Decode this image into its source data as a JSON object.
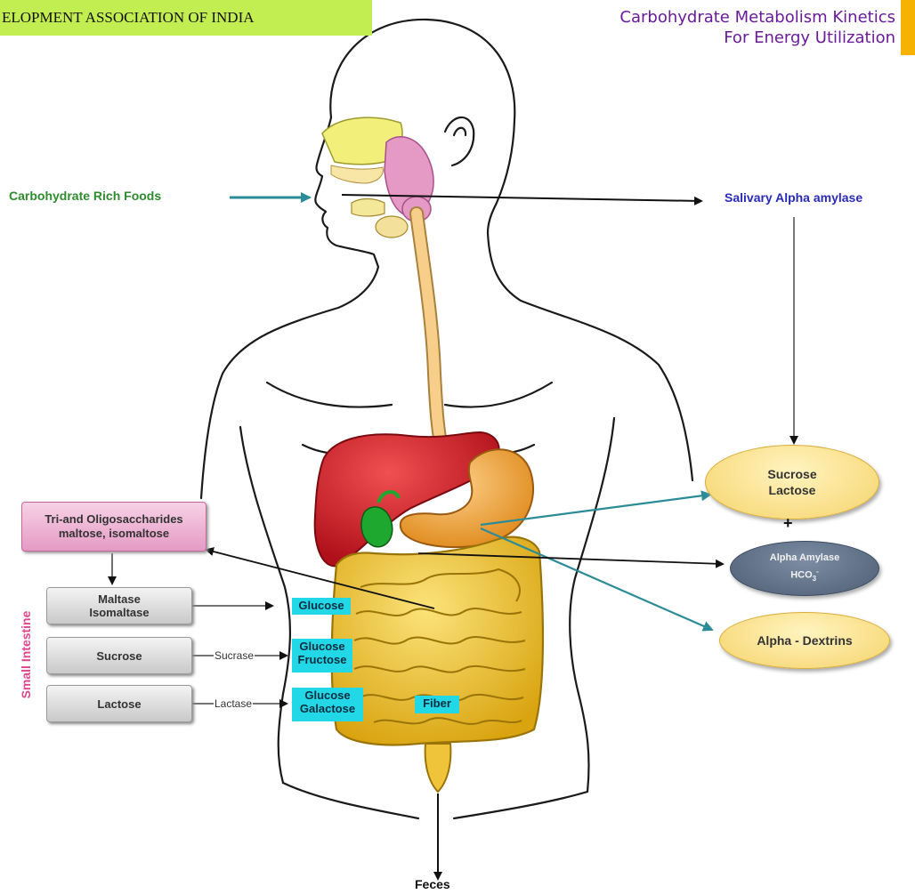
{
  "header": {
    "left_text": "ELOPMENT ASSOCIATION OF INDIA",
    "title_line1": "Carbohydrate Metabolism Kinetics",
    "title_line2": "For Energy Utilization"
  },
  "labels": {
    "carb_foods": "Carbohydrate Rich Foods",
    "salivary": "Salivary Alpha amylase",
    "small_intestine": "Small Intestine",
    "fiber": "Fiber",
    "feces": "Feces"
  },
  "ovals": {
    "sucrose_lactose_1": "Sucrose",
    "sucrose_lactose_2": "Lactose",
    "plus": "+",
    "amylase_1": "Alpha Amylase",
    "amylase_2": "HCO",
    "amylase_sub": "3",
    "amylase_sup": "-",
    "dextrins": "Alpha - Dextrins"
  },
  "boxes": {
    "oligo_1": "Tri-and Oligosaccharides",
    "oligo_2": "maltose, isomaltose",
    "maltase_1": "Maltase",
    "maltase_2": "Isomaltase",
    "sucrose": "Sucrose",
    "lactose": "Lactose"
  },
  "enzymes": {
    "sucrase": "Sucrase",
    "lactase": "Lactase"
  },
  "products": {
    "glucose": "Glucose",
    "glucose_fructose_1": "Glucose",
    "glucose_fructose_2": "Fructose",
    "glucose_galactose_1": "Glucose",
    "glucose_galactose_2": "Galactose"
  },
  "colors": {
    "green_label": "#2e8b2e",
    "blue_label": "#2a2ab8",
    "pink_label": "#e0458f",
    "teal_arrow": "#2b8c98",
    "header_green": "#c3ee52",
    "header_purple": "#6a1b9a",
    "header_orange": "#f6b200",
    "cyan_tag": "#22d8e6"
  }
}
